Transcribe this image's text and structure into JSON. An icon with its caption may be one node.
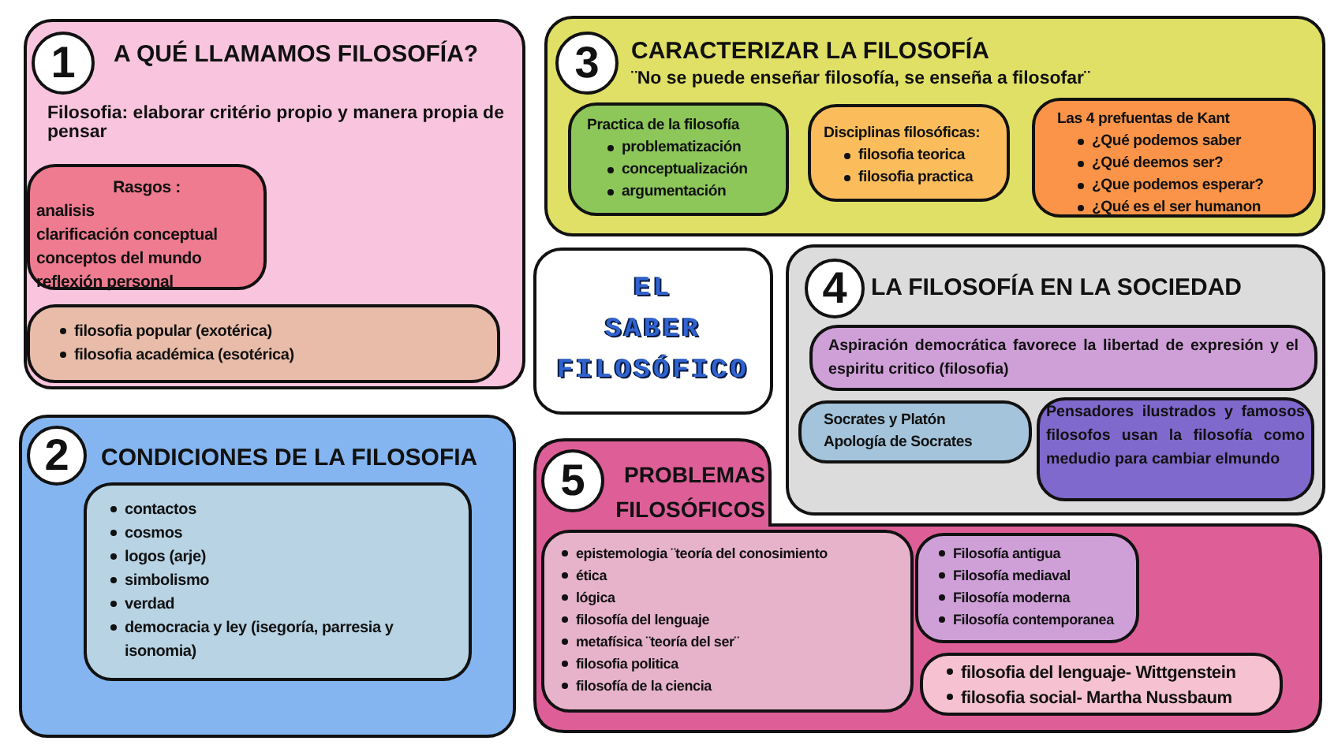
{
  "diagram": {
    "nodes": [
      {
        "text": [
          "A QUÉ LLAMAMOS FILOSOFÍA?",
          "Filosofia: elaborar critério propio y manera propia de pensar"
        ]
      },
      {
        "text": [
          "1"
        ],
        "in": 0
      },
      {
        "text": [
          "Rasgos :",
          "analisis",
          "clarificación conceptual",
          "conceptos del mundo",
          "reflexión personal"
        ],
        "in": 0
      },
      {
        "text": [
          "filosofia popular (exotérica)",
          "filosofia académica (esotérica)"
        ],
        "in": 0
      },
      {
        "text": [
          "CARACTERIZAR LA FILOSOFÍA",
          "¨No se puede enseñar filosofía, se enseña a filosofar¨"
        ]
      },
      {
        "text": [
          "3"
        ],
        "in": 4
      },
      {
        "text": [
          "Practica de la filosofía",
          "problematización",
          "conceptualización",
          "argumentación"
        ],
        "in": 4
      },
      {
        "text": [
          "Disciplinas filosóficas:",
          "filosofia teorica",
          "filosofia practica"
        ],
        "in": 4
      },
      {
        "text": [
          "Las 4 prefuentas de Kant",
          "¿Qué podemos saber",
          "¿Qué deemos ser?",
          "¿Que podemos esperar?",
          "¿Qué es el ser humanon"
        ],
        "in": 4
      },
      {
        "text": [
          "EL SABER FILOSÓFICO"
        ]
      },
      {
        "text": [
          "LA FILOSOFÍA EN LA SOCIEDAD"
        ]
      },
      {
        "text": [
          "4"
        ],
        "in": 10
      },
      {
        "text": [
          "Aspiración democrática favorece la libertad de expresión y el espiritu critico (filosofia)"
        ],
        "in": 10
      },
      {
        "text": [
          "Socrates y Platón",
          "Apología de Socrates"
        ],
        "in": 10
      },
      {
        "text": [
          "Pensadores ilustrados y famosos filosofos usan la filosofía como medudio para cambiar elmundo"
        ],
        "in": 10
      },
      {
        "text": [
          "CONDICIONES DE LA FILOSOFIA"
        ]
      },
      {
        "text": [
          "2"
        ],
        "in": 15
      },
      {
        "text": [
          "contactos",
          "cosmos",
          "logos (arje)",
          "simbolismo",
          "verdad",
          "democracia y ley (isegoría, parresia y isonomia)"
        ],
        "in": 15
      },
      {
        "text": [
          "PROBLEMAS FILOSÓFICOS"
        ]
      },
      {
        "text": [
          "5"
        ],
        "in": 18
      },
      {
        "text": [
          "epistemologia ¨teoría del conosimiento",
          "ética",
          "lógica",
          "filosofía del lenguaje",
          "metafísica ¨teoría del ser¨",
          "filosofia politica",
          "filosofía de la ciencia"
        ],
        "in": 18
      },
      {
        "text": [
          "Filosofía antigua",
          "Filosofía mediaval",
          "Filosofía moderna",
          "Filosofía contemporanea"
        ],
        "in": 18
      },
      {
        "text": [
          "filosofia del lenguaje- Wittgenstein",
          "filosofia social- Martha Nussbaum"
        ],
        "in": 18
      }
    ]
  }
}
